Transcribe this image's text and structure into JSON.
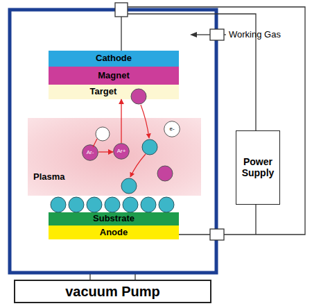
{
  "diagram": {
    "nodes": [
      {
        "text": [
          "Cathode"
        ]
      },
      {
        "text": [
          "Magnet"
        ]
      },
      {
        "text": [
          "Target"
        ]
      },
      {
        "text": [
          "Plasma"
        ]
      },
      {
        "text": [
          "e-"
        ],
        "in": 3
      },
      {
        "text": [
          "Ar-"
        ],
        "in": 3
      },
      {
        "text": [
          "Ar+"
        ],
        "in": 3
      },
      {
        "text": [
          "Substrate"
        ]
      },
      {
        "text": [
          "Anode"
        ]
      },
      {
        "text": [
          "Power Supply"
        ]
      },
      {
        "text": [
          "vacuum Pump"
        ]
      }
    ],
    "edges": [
      {
        "from": 5,
        "to": 6,
        "arrow": "to"
      },
      {
        "from": 6,
        "to": 2,
        "arrow": "to"
      }
    ],
    "labels": [
      "Working Gas"
    ]
  }
}
